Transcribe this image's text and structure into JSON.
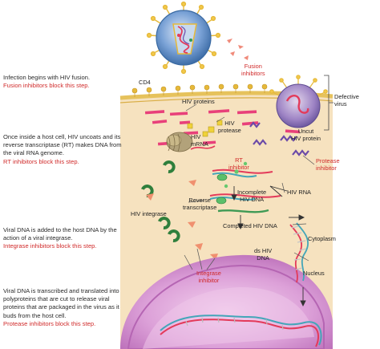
{
  "steps": [
    {
      "text": "Infection begins with HIV fusion.",
      "inhibitor": "Fusion inhibitors block this step."
    },
    {
      "text": "Once inside a host cell, HIV uncoats and its reverse transcriptase (RT) makes DNA from the viral RNA genome.",
      "inhibitor": "RT inhibitors block this step."
    },
    {
      "text": "Viral DNA is added to the host DNA by the action of a viral integrase.",
      "inhibitor": "Integrase inhibitors block this step."
    },
    {
      "text": "Viral DNA is transcribed and translated into polyproteins that are cut to release viral proteins that are packaged in the virus as it buds from the host cell.",
      "inhibitor": "Protease inhibitors block this step."
    }
  ],
  "labels": {
    "cd4": "CD4",
    "fusion_inhibitors": "Fusion\ninhibitors",
    "defective_virus": "Defective\nvirus",
    "uncut_protein": "Uncut\nHIV protein",
    "hiv_proteins": "HIV proteins",
    "hiv_protease": "HIV\nprotease",
    "hiv_mrna": "HIV\nmRNA",
    "rt_inhibitor": "RT\ninhibitor",
    "protease_inhibitor": "Protease\ninhibitor",
    "reverse_transcriptase": "Reverse\ntranscriptase",
    "incomplete_dna": "Incomplete\nHIV DNA",
    "hiv_rna": "HIV RNA",
    "hiv_integrase": "HIV integrase",
    "completed_dna": "Completed HIV DNA",
    "cytoplasm": "Cytoplasm",
    "ds_dna": "ds HIV\nDNA",
    "nucleus": "Nucleus",
    "integrase_inhibitor": "Integrase\ninhibitor"
  },
  "colors": {
    "inhibitor_red": "#d02a2a",
    "cytoplasm": "#f6e2bf",
    "membrane": "#e6c25c",
    "nucleus": "#c780c6",
    "nucleus_inner": "#eec6ea",
    "virus": "#5f8ec9",
    "dna_red": "#e33a5a",
    "dna_blue": "#43a6b9",
    "protein_bar": "#e8407a"
  }
}
